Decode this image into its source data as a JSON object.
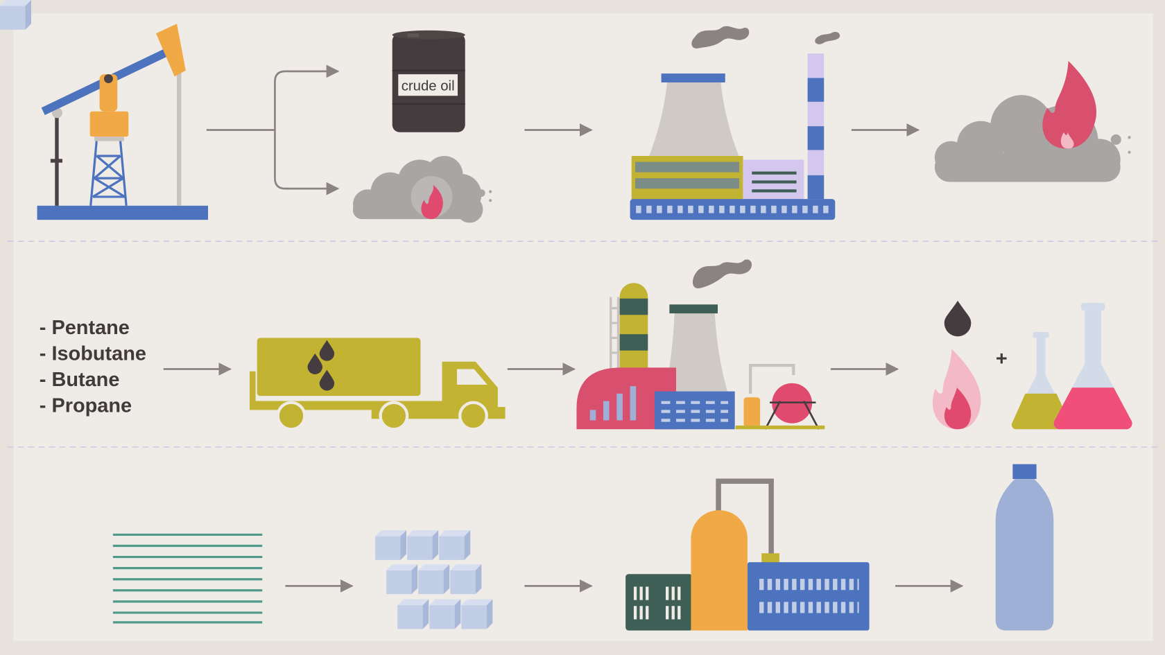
{
  "title": "Petroleum to plastic process infographic",
  "row1": {
    "barrel_label": "crude oil"
  },
  "row2": {
    "gases": [
      "- Pentane",
      "- Isobutane",
      "- Butane",
      "- Propane"
    ],
    "plus": "+"
  },
  "colors": {
    "background": "#efebe7",
    "blue": "#4d72be",
    "orange": "#f0a944",
    "smoke": "#aaa5a5",
    "dark": "#443c3e",
    "pink": "#e04a6e",
    "olive": "#c3b332",
    "lavender": "#d4c7ee",
    "teal": "#3f5e55",
    "bottle": "#9fb0d6"
  }
}
